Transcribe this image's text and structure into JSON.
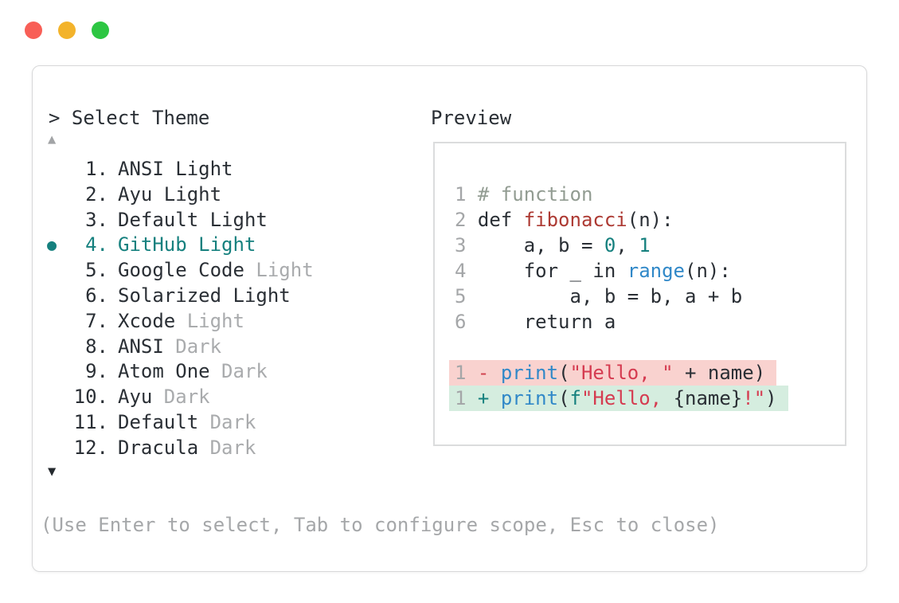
{
  "window": {
    "traffic_lights": [
      {
        "name": "close-button",
        "color": "#f85f57"
      },
      {
        "name": "minimize-button",
        "color": "#f3b32b"
      },
      {
        "name": "zoom-button",
        "color": "#2dc643"
      }
    ]
  },
  "palette": {
    "accent_teal": "#15807e",
    "text_dark": "#2a2f35",
    "muted_gray": "#a9abad",
    "comment_green_gray": "#929c92",
    "function_red": "#ad3a33",
    "builtin_blue": "#3088c8",
    "string_crimson": "#d53b50",
    "removed_bg": "#f9d2cf",
    "added_bg": "#d5eddf",
    "panel_border": "#d7d8d9"
  },
  "theme_picker": {
    "prompt": "> Select Theme",
    "scroll_up_indicator": "▲",
    "scroll_down_indicator": "▼",
    "selected_bullet": "●",
    "items": [
      {
        "number": "1.",
        "name": "ANSI Light",
        "variant": "",
        "selected": false
      },
      {
        "number": "2.",
        "name": "Ayu Light",
        "variant": "",
        "selected": false
      },
      {
        "number": "3.",
        "name": "Default Light",
        "variant": "",
        "selected": false
      },
      {
        "number": "4.",
        "name": "GitHub Light",
        "variant": "",
        "selected": true
      },
      {
        "number": "5.",
        "name": "Google Code",
        "variant": "Light",
        "selected": false
      },
      {
        "number": "6.",
        "name": "Solarized Light",
        "variant": "",
        "selected": false
      },
      {
        "number": "7.",
        "name": "Xcode",
        "variant": "Light",
        "selected": false
      },
      {
        "number": "8.",
        "name": "ANSI",
        "variant": "Dark",
        "selected": false
      },
      {
        "number": "9.",
        "name": "Atom One",
        "variant": "Dark",
        "selected": false
      },
      {
        "number": "10.",
        "name": "Ayu",
        "variant": "Dark",
        "selected": false
      },
      {
        "number": "11.",
        "name": "Default",
        "variant": "Dark",
        "selected": false
      },
      {
        "number": "12.",
        "name": "Dracula",
        "variant": "Dark",
        "selected": false
      }
    ],
    "footer_hint": "(Use Enter to select, Tab to configure scope, Esc to close)"
  },
  "preview": {
    "label": "Preview",
    "lines": [
      {
        "bg": null,
        "tokens": [
          {
            "t": "1 ",
            "c": "ln"
          },
          {
            "t": "# function",
            "c": "comment"
          }
        ]
      },
      {
        "bg": null,
        "tokens": [
          {
            "t": "2 ",
            "c": "ln"
          },
          {
            "t": "def ",
            "c": "code"
          },
          {
            "t": "fibonacci",
            "c": "fn"
          },
          {
            "t": "(n):",
            "c": "code"
          }
        ]
      },
      {
        "bg": null,
        "tokens": [
          {
            "t": "3 ",
            "c": "ln"
          },
          {
            "t": "    a, b = ",
            "c": "code"
          },
          {
            "t": "0",
            "c": "num"
          },
          {
            "t": ", ",
            "c": "code"
          },
          {
            "t": "1",
            "c": "num"
          }
        ]
      },
      {
        "bg": null,
        "tokens": [
          {
            "t": "4 ",
            "c": "ln"
          },
          {
            "t": "    for _ in ",
            "c": "code"
          },
          {
            "t": "range",
            "c": "builtin"
          },
          {
            "t": "(n):",
            "c": "code"
          }
        ]
      },
      {
        "bg": null,
        "tokens": [
          {
            "t": "5 ",
            "c": "ln"
          },
          {
            "t": "        a, b = b, a + b",
            "c": "code"
          }
        ]
      },
      {
        "bg": null,
        "tokens": [
          {
            "t": "6 ",
            "c": "ln"
          },
          {
            "t": "    return a",
            "c": "code"
          }
        ]
      },
      {
        "bg": null,
        "tokens": [
          {
            "t": " ",
            "c": "code"
          }
        ]
      },
      {
        "bg": "removed",
        "tokens": [
          {
            "t": "1 ",
            "c": "ln"
          },
          {
            "t": "- ",
            "c": "minus"
          },
          {
            "t": "print",
            "c": "builtin"
          },
          {
            "t": "(",
            "c": "code"
          },
          {
            "t": "\"Hello, \"",
            "c": "string"
          },
          {
            "t": " + name)",
            "c": "code"
          }
        ]
      },
      {
        "bg": "added",
        "tokens": [
          {
            "t": "1 ",
            "c": "ln"
          },
          {
            "t": "+ ",
            "c": "plus"
          },
          {
            "t": "print",
            "c": "builtin"
          },
          {
            "t": "(",
            "c": "code"
          },
          {
            "t": "f",
            "c": "fpfx"
          },
          {
            "t": "\"Hello, ",
            "c": "string"
          },
          {
            "t": "{name}",
            "c": "code"
          },
          {
            "t": "!\"",
            "c": "string"
          },
          {
            "t": ")",
            "c": "code"
          }
        ]
      }
    ]
  }
}
